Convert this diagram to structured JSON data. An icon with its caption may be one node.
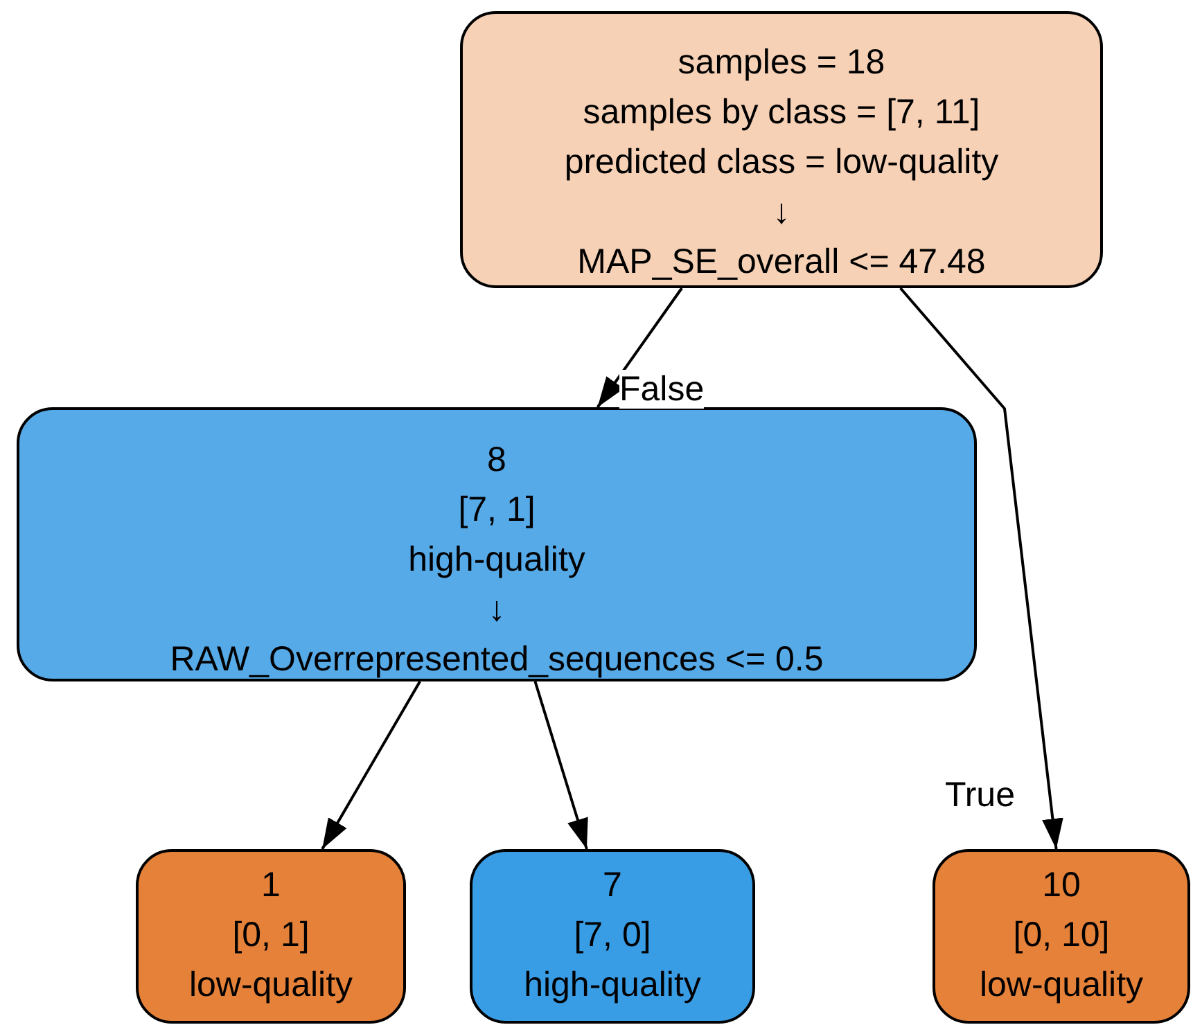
{
  "diagram": {
    "nodes": [
      {
        "text": [
          "samples = 18",
          "samples by class = [7, 11]",
          "predicted class = low-quality",
          "↓",
          "MAP_SE_overall <= 47.48"
        ]
      },
      {
        "text": [
          "8",
          "[7, 1]",
          "high-quality",
          "↓",
          "RAW_Overrepresented_sequences <= 0.5"
        ]
      },
      {
        "text": [
          "1",
          "[0, 1]",
          "low-quality"
        ]
      },
      {
        "text": [
          "7",
          "[7, 0]",
          "high-quality"
        ]
      },
      {
        "text": [
          "10",
          "[0, 10]",
          "low-quality"
        ]
      }
    ],
    "edges": [
      {
        "from": 0,
        "to": 1,
        "arrow": "to",
        "label": "False"
      },
      {
        "from": 0,
        "to": 4,
        "arrow": "to",
        "label": "True"
      },
      {
        "from": 1,
        "to": 2,
        "arrow": "to"
      },
      {
        "from": 1,
        "to": 3,
        "arrow": "to"
      }
    ]
  }
}
